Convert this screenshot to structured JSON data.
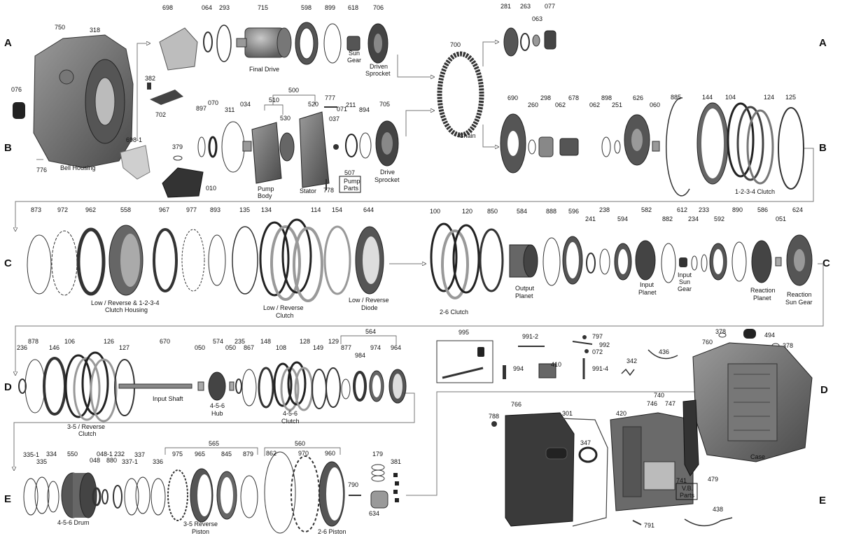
{
  "row_labels": [
    "A",
    "B",
    "C",
    "D",
    "E"
  ],
  "parts": {
    "p750": "750",
    "p318": "318",
    "p076": "076",
    "p776": "776",
    "p382": "382",
    "p702": "702",
    "p698": "698",
    "p698_1": "698-1",
    "p064": "064",
    "p293": "293",
    "p715": "715",
    "p598": "598",
    "p899": "899",
    "p618": "618",
    "p706": "706",
    "p897": "897",
    "p070": "070",
    "p311": "311",
    "p034": "034",
    "p500": "500",
    "p510": "510",
    "p530": "530",
    "p520": "520",
    "p777": "777",
    "p071": "071",
    "p037": "037",
    "p211": "211",
    "p894": "894",
    "p705": "705",
    "p379": "379",
    "p010": "010",
    "p778": "778",
    "p507": "507",
    "p700": "700",
    "p281": "281",
    "p263": "263",
    "p063": "063",
    "p077": "077",
    "p690": "690",
    "p260": "260",
    "p298": "298",
    "p062a": "062",
    "p678": "678",
    "p062b": "062",
    "p898": "898",
    "p251": "251",
    "p626": "626",
    "p060": "060",
    "p885": "885",
    "p144": "144",
    "p104": "104",
    "p124": "124",
    "p125": "125",
    "p873": "873",
    "p972": "972",
    "p962": "962",
    "p558": "558",
    "p967": "967",
    "p977": "977",
    "p893": "893",
    "p135": "135",
    "p134": "134",
    "p114": "114",
    "p154": "154",
    "p644": "644",
    "p100": "100",
    "p120": "120",
    "p850": "850",
    "p584": "584",
    "p888": "888",
    "p596": "596",
    "p241": "241",
    "p238": "238",
    "p594": "594",
    "p582": "582",
    "p882": "882",
    "p612": "612",
    "p234": "234",
    "p233": "233",
    "p592": "592",
    "p890": "890",
    "p586": "586",
    "p051": "051",
    "p624": "624",
    "p236": "236",
    "p878": "878",
    "p146": "146",
    "p106": "106",
    "p126": "126",
    "p127": "127",
    "p670": "670",
    "p050a": "050",
    "p574": "574",
    "p050b": "050",
    "p235": "235",
    "p867": "867",
    "p148": "148",
    "p108": "108",
    "p128": "128",
    "p149": "149",
    "p129": "129",
    "p877": "877",
    "p564": "564",
    "p984": "984",
    "p974": "974",
    "p964": "964",
    "p995": "995",
    "p991_2": "991-2",
    "p797": "797",
    "p992": "992",
    "p072": "072",
    "p994": "994",
    "p410": "410",
    "p991_4": "991-4",
    "p342": "342",
    "p436": "436",
    "p378a": "378",
    "p494": "494",
    "p760": "760",
    "p378b": "378",
    "p335_1": "335-1",
    "p335": "335",
    "p334": "334",
    "p550": "550",
    "p048": "048",
    "p048_1": "048-1",
    "p880": "880",
    "p232": "232",
    "p337": "337",
    "p337_1": "337-1",
    "p336": "336",
    "p565": "565",
    "p975": "975",
    "p965": "965",
    "p845": "845",
    "p879": "879",
    "p560": "560",
    "p862": "862",
    "p970": "970",
    "p960": "960",
    "p179": "179",
    "p381": "381",
    "p790": "790",
    "p634": "634",
    "p788": "788",
    "p766": "766",
    "p301": "301",
    "p347": "347",
    "p420": "420",
    "p740": "740",
    "p746": "746",
    "p747": "747",
    "p741": "741",
    "p479": "479",
    "p791": "791",
    "p438": "438"
  },
  "captions": {
    "bell_housing": "Bell Housing",
    "final_drive": "Final Drive",
    "sun_gear_1": "Sun",
    "sun_gear_2": "Gear",
    "driven_sprocket_1": "Driven",
    "driven_sprocket_2": "Sprocket",
    "chain": "Chain",
    "pump_body_1": "Pump",
    "pump_body_2": "Body",
    "stator": "Stator",
    "pump_parts_1": "Pump",
    "pump_parts_2": "Parts",
    "drive_sprocket_1": "Drive",
    "drive_sprocket_2": "Sprocket",
    "clutch_1234": "1-2-3-4 Clutch",
    "lr_housing_1": "Low / Reverse & 1-2-3-4",
    "lr_housing_2": "Clutch Housing",
    "lr_clutch_1": "Low / Reverse",
    "lr_clutch_2": "Clutch",
    "lr_diode_1": "Low / Reverse",
    "lr_diode_2": "Diode",
    "clutch_26": "2-6 Clutch",
    "output_planet_1": "Output",
    "output_planet_2": "Planet",
    "input_planet_1": "Input",
    "input_planet_2": "Planet",
    "input_sun_1": "Input",
    "input_sun_2": "Sun",
    "input_sun_3": "Gear",
    "reaction_planet_1": "Reaction",
    "reaction_planet_2": "Planet",
    "reaction_sun_1": "Reaction",
    "reaction_sun_2": "Sun Gear",
    "clutch_35r_1": "3-5 / Reverse",
    "clutch_35r_2": "Clutch",
    "input_shaft": "Input Shaft",
    "hub_456_1": "4-5-6",
    "hub_456_2": "Hub",
    "clutch_456_1": "4-5-6",
    "clutch_456_2": "Clutch",
    "case": "Case",
    "drum_456": "4-5-6 Drum",
    "piston_35r_1": "3-5 Reverse",
    "piston_35r_2": "Piston",
    "piston_26": "2-6 Piston",
    "vb_parts_1": "V.B.",
    "vb_parts_2": "Parts"
  }
}
